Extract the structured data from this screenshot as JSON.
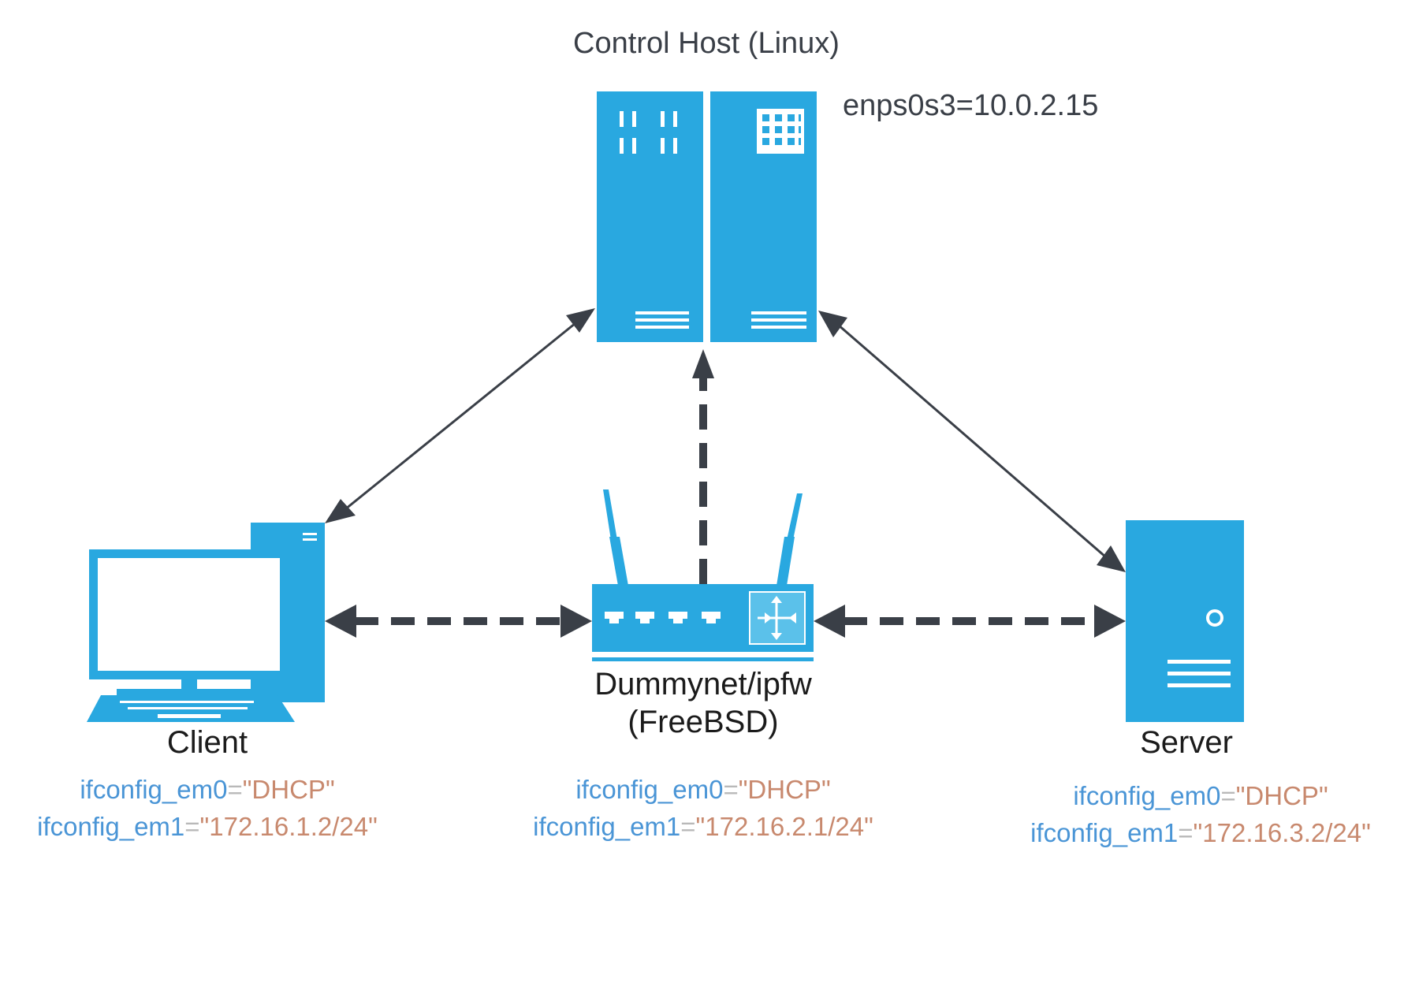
{
  "colors": {
    "device": "#29a8e0",
    "arrow": "#3a3f47",
    "config_key": "#4a95d6",
    "config_equals": "#b9b9b9",
    "config_value": "#c8896e"
  },
  "nodes": {
    "control_host": {
      "title": "Control Host (Linux)",
      "address": "enps0s3=10.0.2.15",
      "icon": "server-rack-icon"
    },
    "client": {
      "name": "Client",
      "icon": "desktop-computer-icon",
      "config": [
        {
          "key": "ifconfig_em0",
          "eq": "=",
          "value": "\"DHCP\""
        },
        {
          "key": "ifconfig_em1",
          "eq": "=",
          "value": "\"172.16.1.2/24\""
        }
      ]
    },
    "router": {
      "name_line1": "Dummynet/ipfw",
      "name_line2": "(FreeBSD)",
      "icon": "wireless-router-icon",
      "config": [
        {
          "key": "ifconfig_em0",
          "eq": "=",
          "value": "\"DHCP\""
        },
        {
          "key": "ifconfig_em1",
          "eq": "=",
          "value": "\"172.16.2.1/24\""
        }
      ]
    },
    "server": {
      "name": "Server",
      "icon": "server-tower-icon",
      "config": [
        {
          "key": "ifconfig_em0",
          "eq": "=",
          "value": "\"DHCP\""
        },
        {
          "key": "ifconfig_em1",
          "eq": "=",
          "value": "\"172.16.3.2/24\""
        }
      ]
    }
  },
  "edges": [
    {
      "from": "control_host",
      "to": "client",
      "style": "solid",
      "direction": "both"
    },
    {
      "from": "control_host",
      "to": "server",
      "style": "solid",
      "direction": "both"
    },
    {
      "from": "router",
      "to": "control_host",
      "style": "dashed",
      "direction": "forward"
    },
    {
      "from": "client",
      "to": "router",
      "style": "dashed",
      "direction": "both"
    },
    {
      "from": "router",
      "to": "server",
      "style": "dashed",
      "direction": "both"
    }
  ]
}
